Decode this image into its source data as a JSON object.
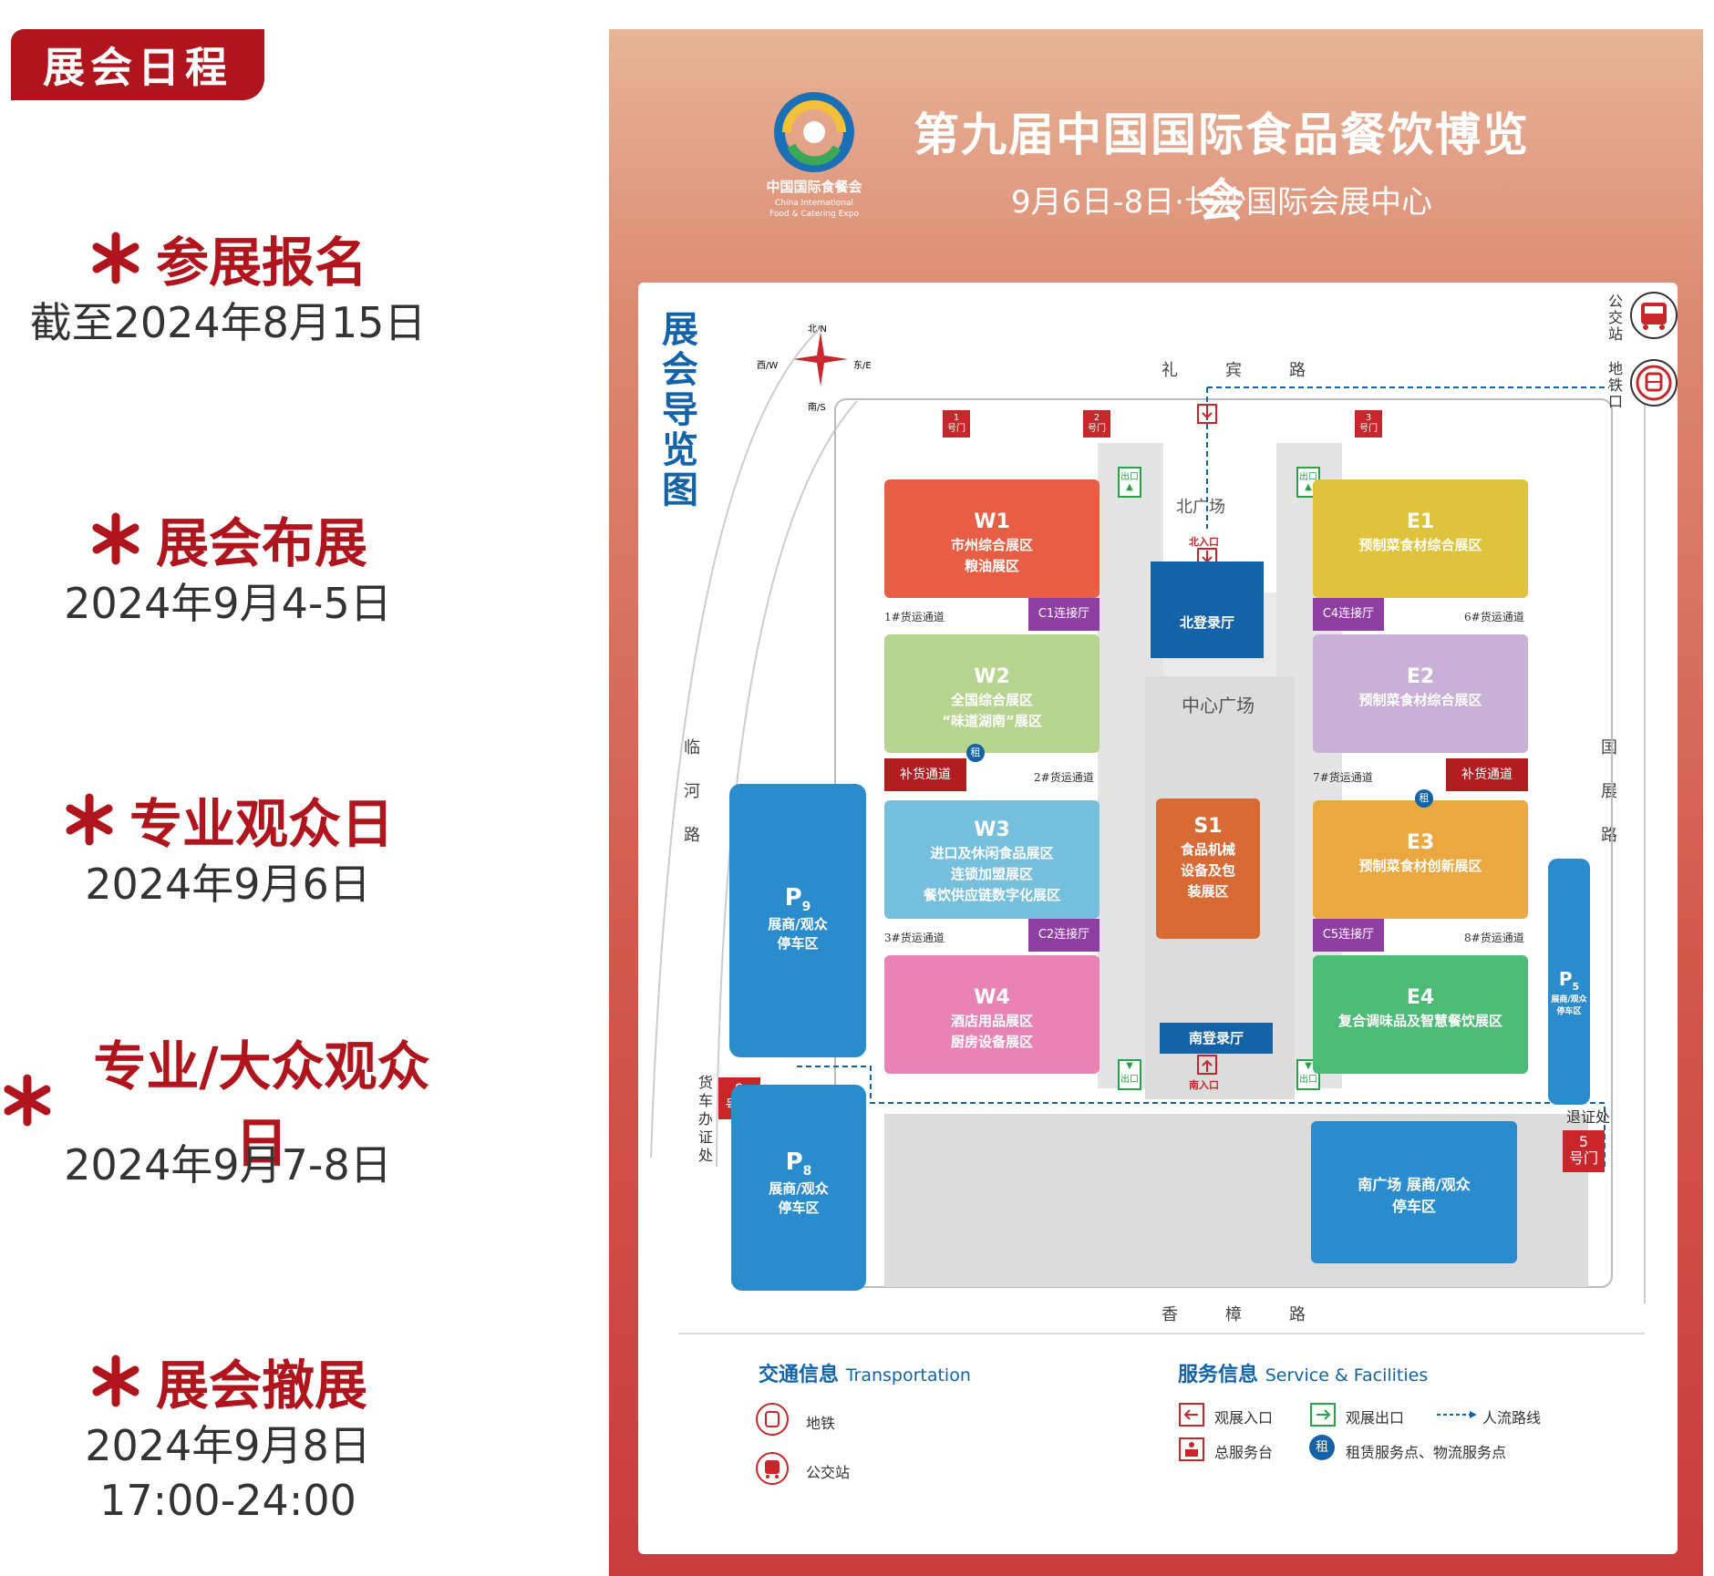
{
  "sidebar": {
    "tag": "展会日程",
    "items": [
      {
        "title": "参展报名",
        "date": "截至2024年8月15日"
      },
      {
        "title": "展会布展",
        "date": "2024年9月4-5日"
      },
      {
        "title": "专业观众日",
        "date": "2024年9月6日"
      },
      {
        "title": "专业/大众观众日",
        "date": "2024年9月7-8日"
      },
      {
        "title": "展会撤展",
        "date": "2024年9月8日",
        "time": "17:00-24:00"
      }
    ]
  },
  "poster": {
    "logo_cn": "中国国际食餐会",
    "logo_en1": "China International",
    "logo_en2": "Food & Catering Expo",
    "title": "第九届中国国际食品餐饮博览会",
    "subtitle": "9月6日-8日·长沙国际会展中心",
    "map_title": "展会导览图",
    "compass": {
      "n": "北/N",
      "s": "南/S",
      "e": "东/E",
      "w": "西/W"
    },
    "roads": {
      "north": [
        "礼",
        "宾",
        "路"
      ],
      "south": [
        "香",
        "樟",
        "路"
      ],
      "west": [
        "临",
        "河",
        "路"
      ],
      "east": [
        "国",
        "展",
        "路"
      ]
    },
    "transit": {
      "bus": "公交站",
      "metro": "地铁口"
    },
    "gates": [
      {
        "num": "1",
        "label": "号门"
      },
      {
        "num": "2",
        "label": "号门"
      },
      {
        "num": "3",
        "label": "号门"
      },
      {
        "num": "9",
        "label": "号门"
      },
      {
        "num": "5",
        "label": "号门"
      }
    ],
    "plazas": {
      "north": "北广场",
      "center": "中心广场",
      "north_hall": "北登录厅",
      "south_hall": "南登录厅",
      "north_entry": "北入口",
      "south_entry": "南入口"
    },
    "halls": {
      "W1": {
        "name": "W1",
        "sub": [
          "市州综合展区",
          "粮油展区"
        ]
      },
      "W2": {
        "name": "W2",
        "sub": [
          "全国综合展区",
          "“味道湖南”展区"
        ]
      },
      "W3": {
        "name": "W3",
        "sub": [
          "进口及休闲食品展区",
          "连锁加盟展区",
          "餐饮供应链数字化展区"
        ]
      },
      "W4": {
        "name": "W4",
        "sub": [
          "酒店用品展区",
          "厨房设备展区"
        ]
      },
      "E1": {
        "name": "E1",
        "sub": [
          "预制菜食材综合展区"
        ]
      },
      "E2": {
        "name": "E2",
        "sub": [
          "预制菜食材综合展区"
        ]
      },
      "E3": {
        "name": "E3",
        "sub": [
          "预制菜食材创新展区"
        ]
      },
      "E4": {
        "name": "E4",
        "sub": [
          "复合调味品及智慧餐饮展区"
        ]
      },
      "S1": {
        "name": "S1",
        "sub": [
          "食品机械",
          "设备及包",
          "装展区"
        ]
      }
    },
    "connectors": {
      "c1": "C1连接厅",
      "c2": "C2连接厅",
      "c4": "C4连接厅",
      "c5": "C5连接厅"
    },
    "supply": "补货通道",
    "channels": {
      "ch1": "1#货运通道",
      "ch2": "2#货运通道",
      "ch3": "3#货运通道",
      "ch6": "6#货运通道",
      "ch7": "7#货运通道",
      "ch8": "8#货运通道"
    },
    "parking": {
      "p9": {
        "name": "P",
        "sub_n": "9",
        "label": [
          "展商/观众",
          "停车区"
        ]
      },
      "p8": {
        "name": "P",
        "sub_n": "8",
        "label": [
          "展商/观众",
          "停车区"
        ]
      },
      "p5": {
        "name": "P",
        "sub_n": "5",
        "label": [
          "展商/观众",
          "停车区"
        ]
      },
      "south": {
        "label": [
          "南广场 展商/观众",
          "停车区"
        ]
      }
    },
    "cargo_office": [
      "货",
      "车",
      "办",
      "证",
      "处"
    ],
    "cert_office": "退证处",
    "exit_label": "出口",
    "legend": {
      "transport_title": "交通信息",
      "transport_en": "Transportation",
      "metro": "地铁",
      "bus": "公交站",
      "service_title": "服务信息",
      "service_en": "Service & Facilities",
      "entry": "观展入口",
      "exit": "观展出口",
      "flow": "人流路线",
      "desk": "总服务台",
      "rent": "租赁服务点、物流服务点"
    },
    "colors": {
      "w1": "#e85e44",
      "w2": "#b6d48f",
      "w3": "#76c0de",
      "w4": "#e983b5",
      "e1": "#dfc33c",
      "e2": "#c8b0d6",
      "e3": "#eba740",
      "e4": "#4dbb77",
      "s1": "#d86a35",
      "blue": "#1463a8",
      "park": "#2a8ccc"
    }
  }
}
